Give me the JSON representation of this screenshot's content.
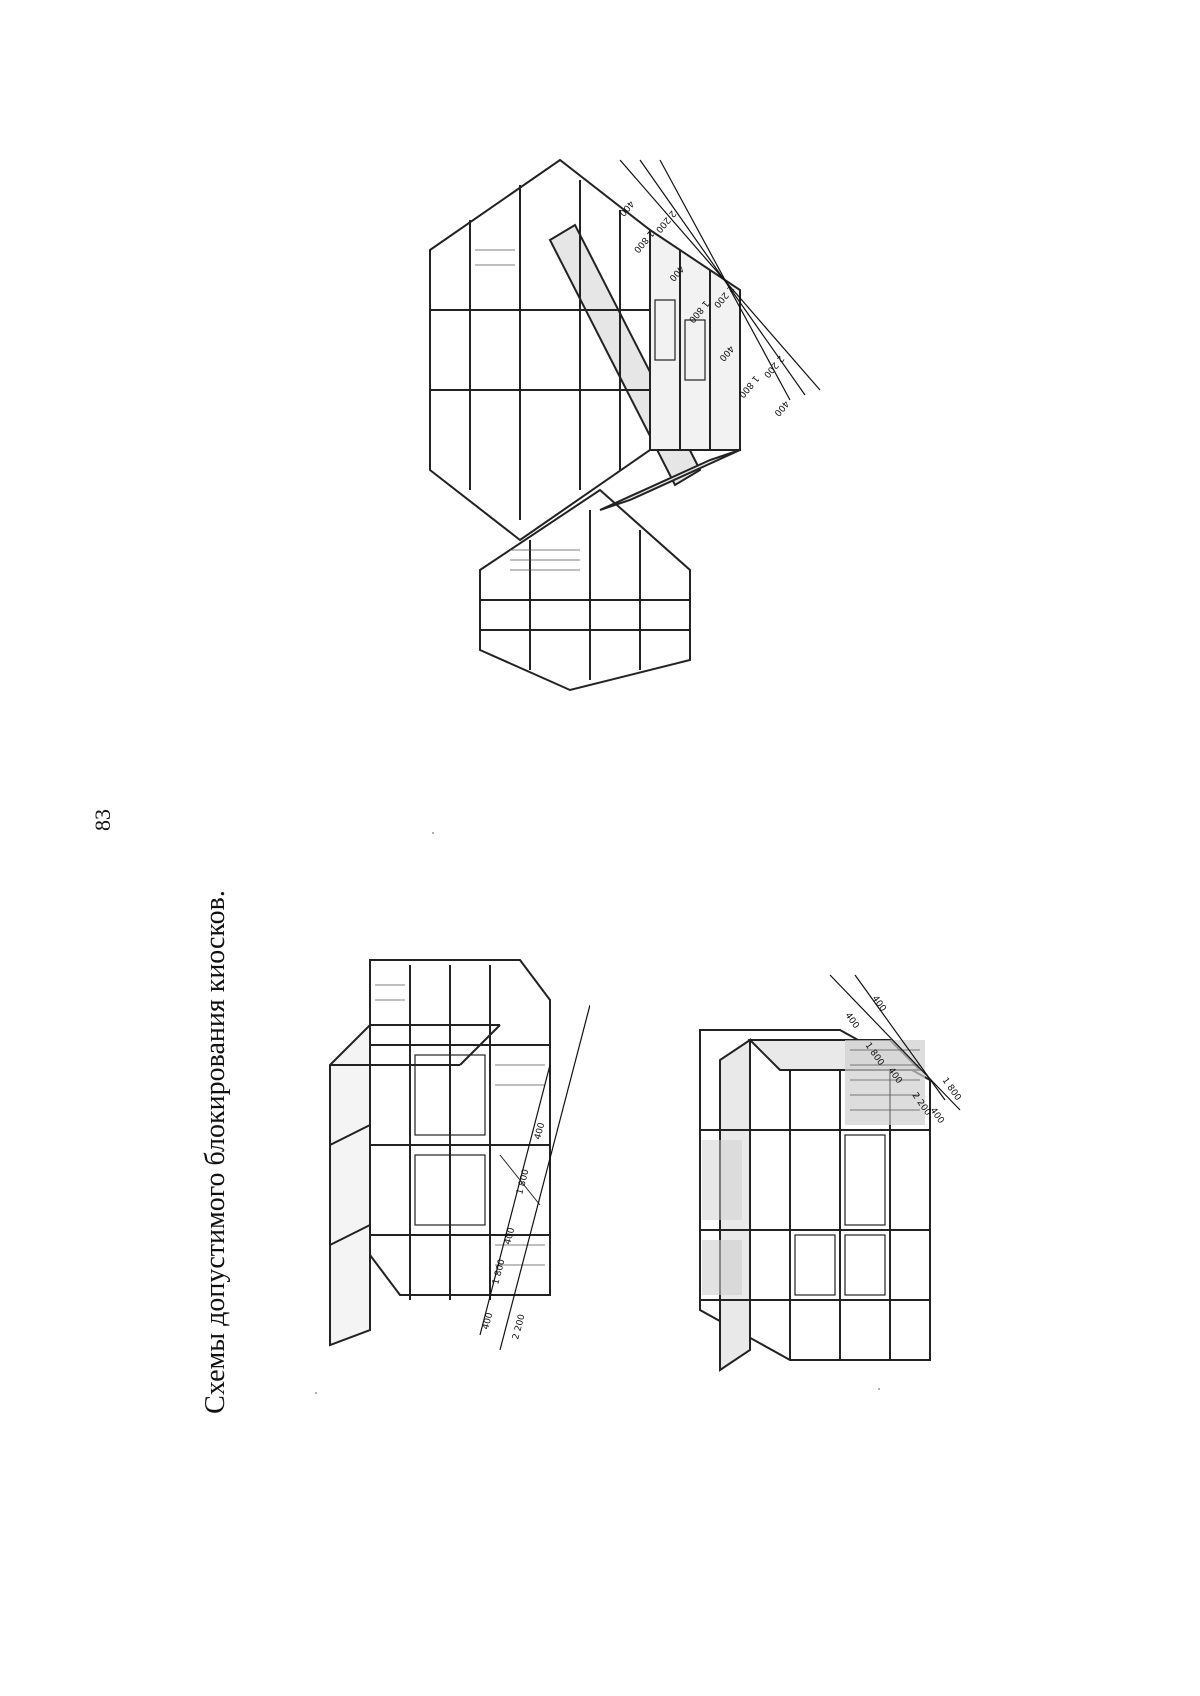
{
  "page": {
    "number": "83",
    "caption": "Схемы допустимого блокирования киосков."
  },
  "drawings": {
    "top_left": {
      "dimensions": [
        "400",
        "1 800",
        "400",
        "1 800",
        "400",
        "2 200"
      ]
    },
    "bottom_left": {
      "dimensions": [
        "400",
        "1 800",
        "400",
        "2 200",
        "400",
        "1 800",
        "400"
      ]
    },
    "right": {
      "dimensions": [
        "400",
        "1 800",
        "2 200",
        "400",
        "1 800",
        "2 200",
        "400",
        "1 800",
        "2 200",
        "400"
      ]
    }
  },
  "colors": {
    "ink": "#111111",
    "background": "#ffffff"
  }
}
